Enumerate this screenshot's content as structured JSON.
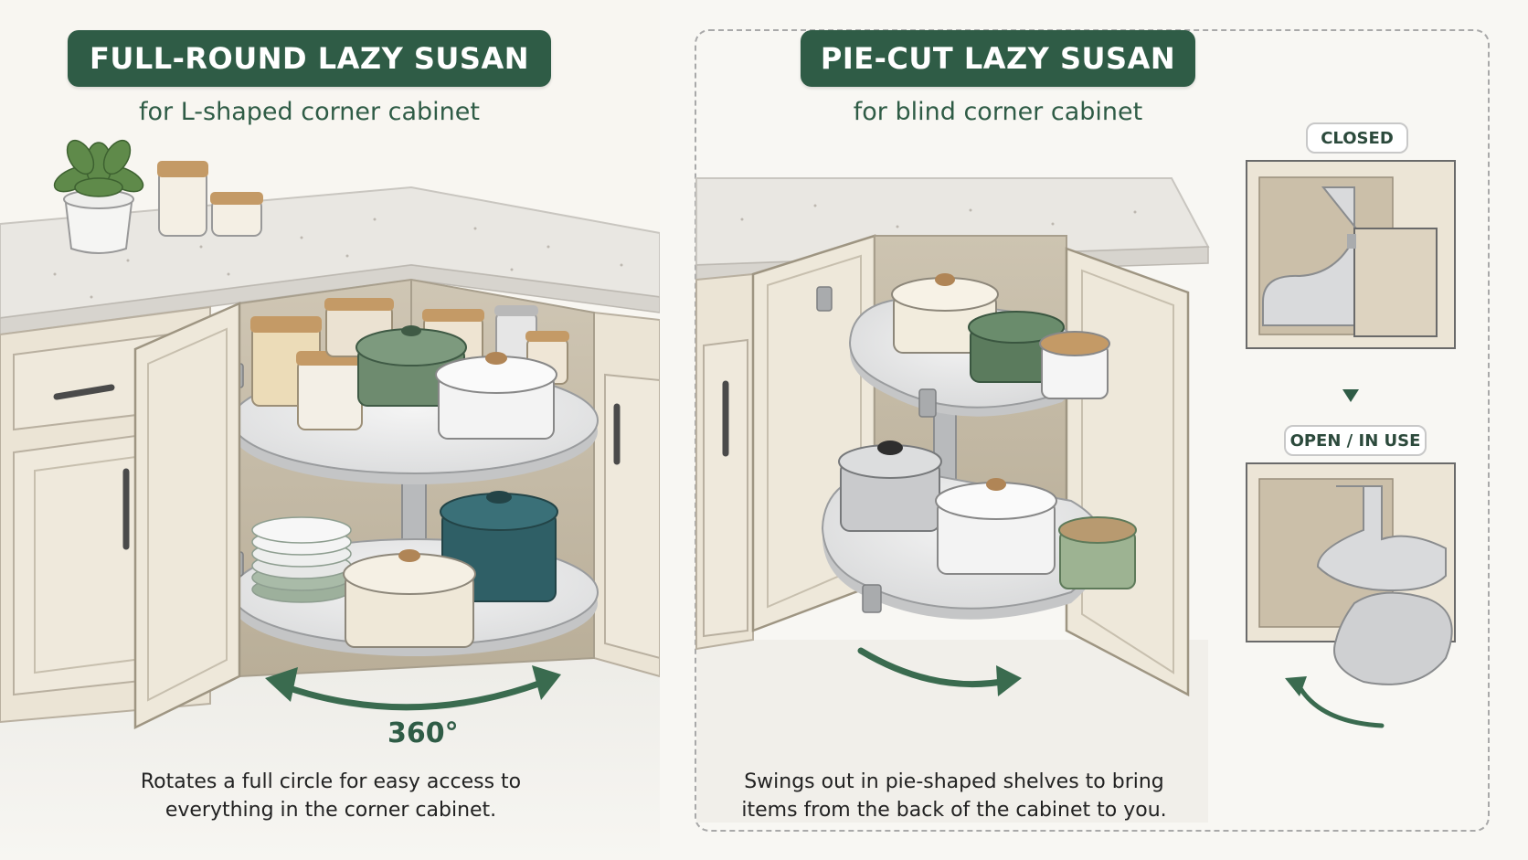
{
  "colors": {
    "accent_green": "#2f5c46",
    "arrow_green": "#3a6b4f",
    "cabinet_cream": "#ebe4d5",
    "countertop": "#e9e7e3",
    "shelf_white": "#e8e9ea"
  },
  "left": {
    "title": "FULL-ROUND LAZY SUSAN",
    "subtitle": "for L-shaped corner cabinet",
    "rotation_label": "360°",
    "caption_line1": "Rotates a full circle for easy access to",
    "caption_line2": "everything in the corner cabinet."
  },
  "right": {
    "title": "PIE-CUT LAZY SUSAN",
    "subtitle": "for blind corner cabinet",
    "state_closed": "CLOSED",
    "state_open": "OPEN / IN USE",
    "caption_line1": "Swings out in pie-shaped shelves to bring",
    "caption_line2": "items from the back of the cabinet to you."
  },
  "icons": {
    "rotate_arrow": "curved-double-arrow-icon",
    "down_arrow": "triangle-down-icon",
    "plant": "potted-plant-icon"
  }
}
